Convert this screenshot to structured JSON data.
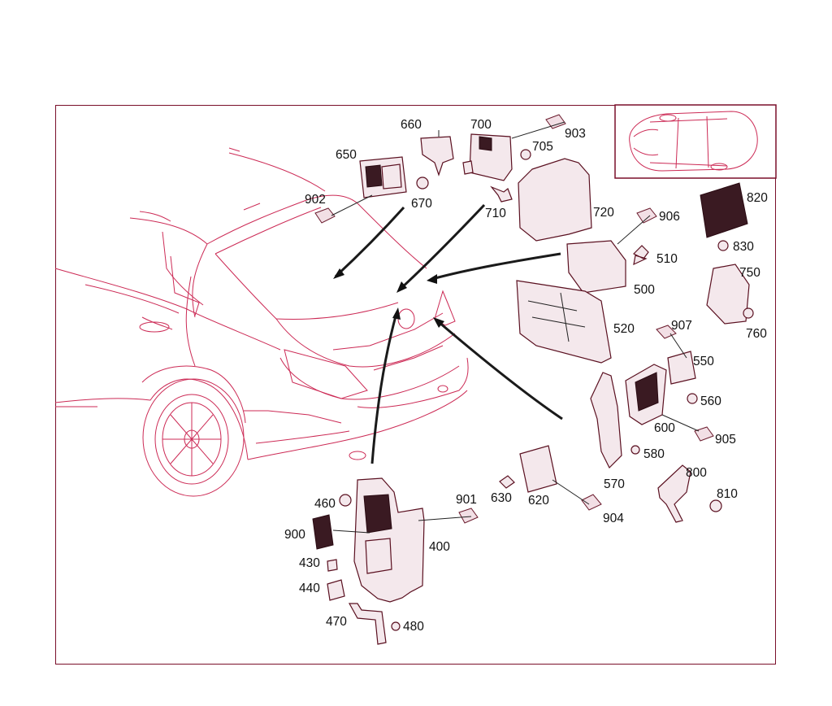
{
  "diagram": {
    "part_labels": {
      "p400": "400",
      "p430": "430",
      "p440": "440",
      "p460": "460",
      "p470": "470",
      "p480": "480",
      "p500": "500",
      "p510": "510",
      "p520": "520",
      "p550": "550",
      "p560": "560",
      "p570": "570",
      "p580": "580",
      "p600": "600",
      "p620": "620",
      "p630": "630",
      "p650": "650",
      "p660": "660",
      "p670": "670",
      "p700": "700",
      "p705": "705",
      "p710": "710",
      "p720": "720",
      "p750": "750",
      "p760": "760",
      "p800": "800",
      "p810": "810",
      "p820": "820",
      "p830": "830",
      "p900": "900",
      "p901": "901",
      "p902": "902",
      "p903": "903",
      "p904": "904",
      "p905": "905",
      "p906": "906",
      "p907": "907"
    }
  }
}
